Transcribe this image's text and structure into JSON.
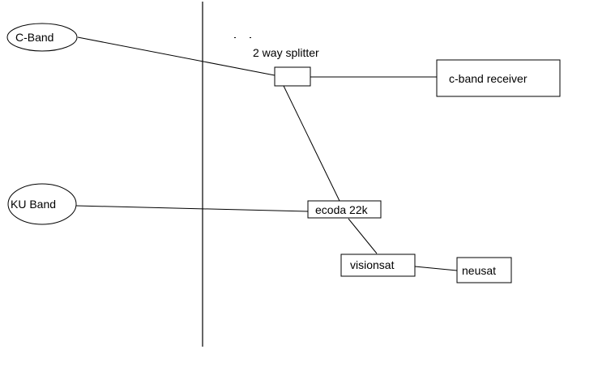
{
  "diagram": {
    "nodes": {
      "c_band": {
        "label": "C-Band",
        "shape": "ellipse"
      },
      "ku_band": {
        "label": "KU Band",
        "shape": "ellipse"
      },
      "splitter": {
        "label": "2 way splitter",
        "shape": "rectangle"
      },
      "cband_receiver": {
        "label": "c-band receiver",
        "shape": "rectangle"
      },
      "ecoda": {
        "label": "ecoda 22k",
        "shape": "rectangle"
      },
      "visionsat": {
        "label": "visionsat",
        "shape": "rectangle"
      },
      "neusat": {
        "label": "neusat",
        "shape": "rectangle"
      }
    },
    "edges": [
      {
        "from": "C-Band",
        "to": "2 way splitter"
      },
      {
        "from": "2 way splitter",
        "to": "c-band receiver"
      },
      {
        "from": "2 way splitter",
        "to": "ecoda 22k"
      },
      {
        "from": "KU Band",
        "to": "ecoda 22k"
      },
      {
        "from": "ecoda 22k",
        "to": "visionsat"
      },
      {
        "from": "visionsat",
        "to": "neusat"
      }
    ],
    "colors": {
      "stroke": "#000000",
      "background": "#ffffff"
    }
  }
}
